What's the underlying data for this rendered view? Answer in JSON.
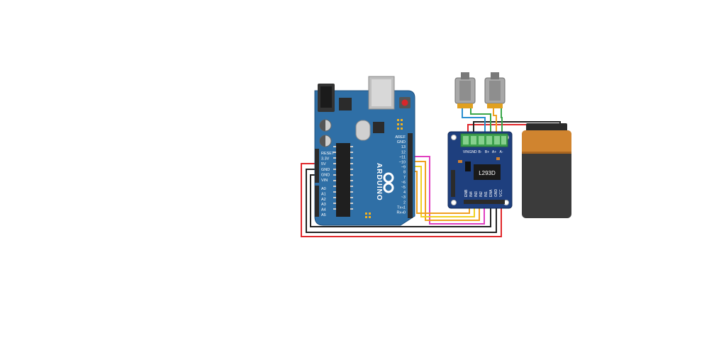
{
  "arduino": {
    "brand": "ARDUINO",
    "power_pins": [
      "RESET",
      "3.3V",
      "5V",
      "GND",
      "GND",
      "VIN"
    ],
    "analog_pins": [
      "A0",
      "A1",
      "A2",
      "A3",
      "A4",
      "A5"
    ],
    "digital_pins": [
      "AREF",
      "GND",
      "13",
      "12",
      "~11",
      "~10",
      "~9",
      "8",
      "7",
      "~6",
      "~5",
      "4",
      "~3",
      "2",
      "Tx◃1",
      "Rx◃0"
    ]
  },
  "driver": {
    "chip": "L293D",
    "terminal_labels": [
      "VIN",
      "GND",
      "B-",
      "B+",
      "A+",
      "A-"
    ],
    "pin_labels": [
      "ENB",
      "IN4",
      "IN3",
      "IN2",
      "IN1",
      "ENA",
      "GND",
      "VCC"
    ]
  },
  "colors": {
    "board": "#2f6fa6",
    "driver_board": "#1e3f7e",
    "wire_red": "#e0262a",
    "wire_black": "#222222",
    "wire_magenta": "#e040c0",
    "wire_orange": "#f0a020",
    "wire_yellow": "#f0d020",
    "wire_green": "#3aa64a",
    "wire_blue": "#2a8fd0",
    "battery_top": "#d0842f",
    "battery_body": "#3b3b3b"
  }
}
